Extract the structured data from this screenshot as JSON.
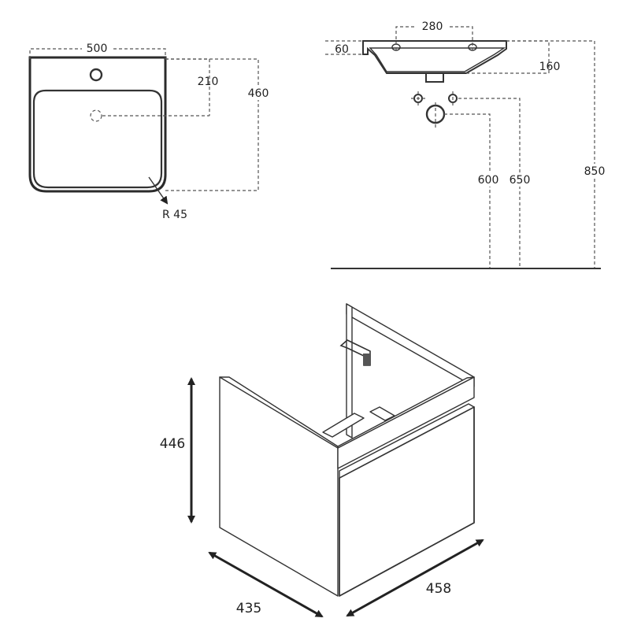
{
  "top_view": {
    "width_label": "500",
    "depth_label": "460",
    "tap_offset_label": "210",
    "radius_label": "R 45"
  },
  "side_view": {
    "tap_spacing_label": "280",
    "rim_label": "60",
    "bowl_label": "160",
    "h600_label": "600",
    "h650_label": "650",
    "h850_label": "850"
  },
  "cabinet": {
    "height_label": "446",
    "depth_label": "435",
    "width_label": "458"
  },
  "colors": {
    "line": "#2b2b2b",
    "dimension": "#555555",
    "background": "#ffffff"
  }
}
